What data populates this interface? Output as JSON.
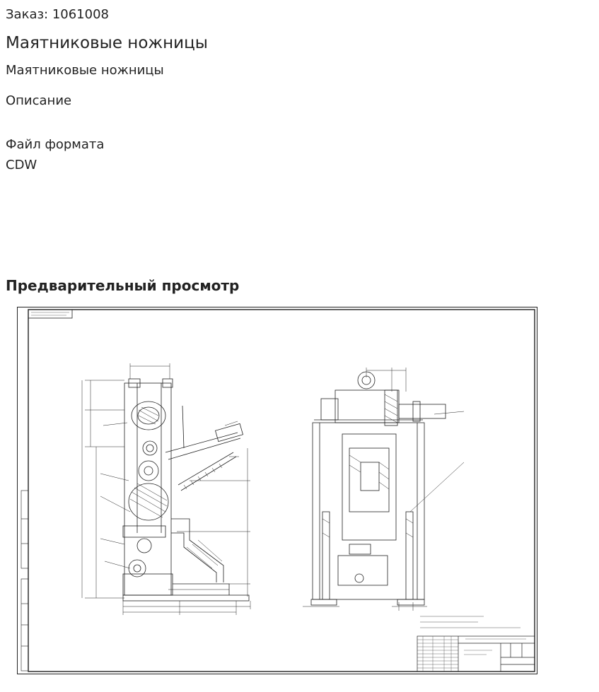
{
  "order": "Заказ: 1061008",
  "title": "Маятниковые ножницы",
  "subtitle": "Маятниковые ножницы",
  "description_label": "Описание",
  "format_label": "Файл формата",
  "format_value": "CDW",
  "preview_heading": "Предварительный просмотр"
}
